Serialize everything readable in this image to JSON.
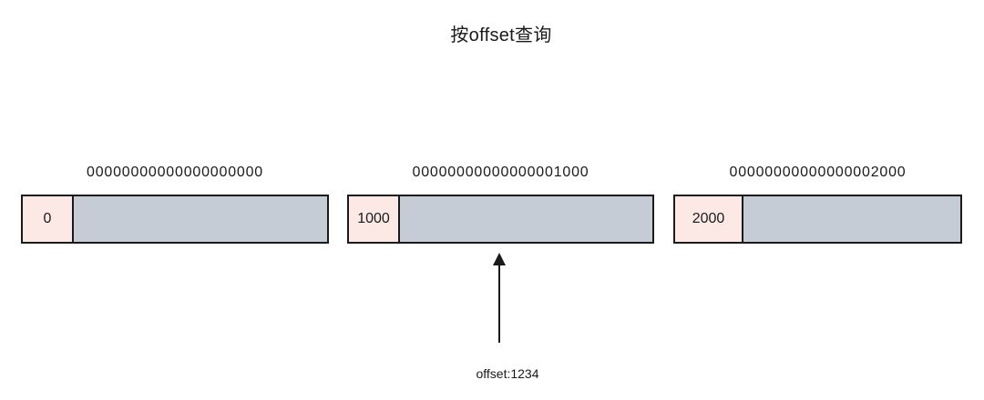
{
  "title": "按offset查询",
  "segments": [
    {
      "file_name": "00000000000000000000",
      "start_offset": "0"
    },
    {
      "file_name": "00000000000000001000",
      "start_offset": "1000"
    },
    {
      "file_name": "00000000000000002000",
      "start_offset": "2000"
    }
  ],
  "pointer": {
    "label": "offset:1234"
  },
  "colors": {
    "cell_fill": "#fce9e6",
    "body_fill": "#c6ccd5",
    "border": "#1a1a1a",
    "text": "#1a1a1a",
    "bg": "#ffffff"
  }
}
